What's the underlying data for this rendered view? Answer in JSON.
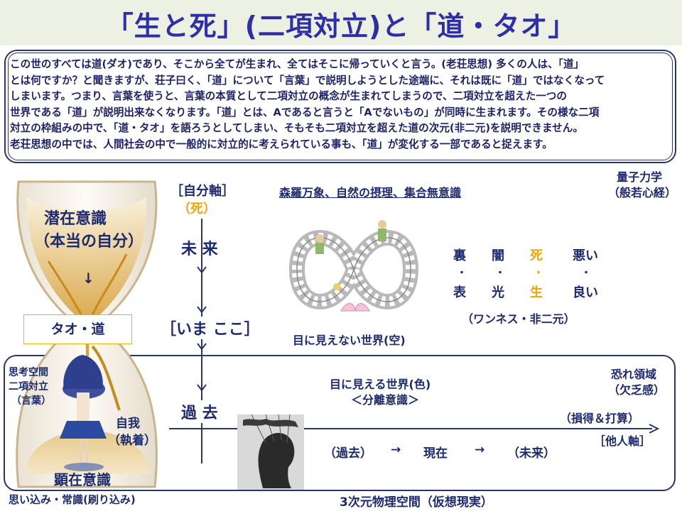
{
  "title": "「生と死」(二項対立)と「道・タオ」",
  "intro_lines": [
    "この世のすべては道(ダオ)であり、そこから全てが生まれ、全てはそこに帰っていくと言う。(老荘思想) 多くの人は、「道」",
    "とは何ですか？と聞きますが、荘子曰く、「道」について「言葉」で説明しようとした途端に、それは既に「道」ではなくなって",
    "しまいます。つまり、言葉を使うと、言葉の本質として二項対立の概念が生まれてしまうので、二項対立を超えた一つの",
    "世界である「道」が説明出来なくなります。「道」とは、Aであると言うと「Aでないもの」が同時に生まれます。その様な二項",
    "対立の枠組みの中で、「道・タオ」を語ろうとしてしまい、そもそも二項対立を超えた道の次元(非二元)を説明できません。",
    "老荘思想の中では、人間社会の中で一般的に対立的に考えられている事も、「道」が変化する一部であると捉えます。"
  ],
  "hourglass": {
    "latent": "潜在意識",
    "true_self": "（本当の自分）",
    "arrow": "↓",
    "tao": "タオ・道",
    "thought_space": "思考空間",
    "dualism": "二項対立",
    "words": "（言葉）",
    "ego": "自我",
    "attachment": "（執着）",
    "manifest": "顕在意識",
    "beliefs": "思い込み・常識(刷り込み)"
  },
  "timeline": {
    "self_axis": "［自分軸］",
    "death": "（死）",
    "future": "未 来",
    "now": "［いま ここ］",
    "past": "過 去"
  },
  "upper_world": {
    "heading": "森羅万象、自然の摂理、集合無意識",
    "quantum": "量子力学",
    "heart_sutra": "（般若心経）",
    "invisible": "目に見えない世界(空)",
    "pairs_top": [
      "裏",
      "闇",
      "死",
      "悪い"
    ],
    "pairs_bottom": [
      "表",
      "光",
      "生",
      "良い"
    ],
    "dot": "・",
    "oneness": "（ワンネス・非二元）"
  },
  "lower_world": {
    "visible": "目に見える世界(色)",
    "separation": "＜分離意識＞",
    "fear": "恐れ領域",
    "lack": "（欠乏感）",
    "calc": "（損得＆打算）",
    "other_axis": "［他人軸］",
    "past": "（過去）",
    "present": "現在",
    "future": "（未来）",
    "arrow": "→",
    "space": "3次元物理空間（仮想現実）"
  },
  "colors": {
    "navy": "#1d2a6e",
    "title_blue": "#2e2ea8",
    "accent_orange": "#f3a500",
    "title_bg": "#edf1e4"
  }
}
